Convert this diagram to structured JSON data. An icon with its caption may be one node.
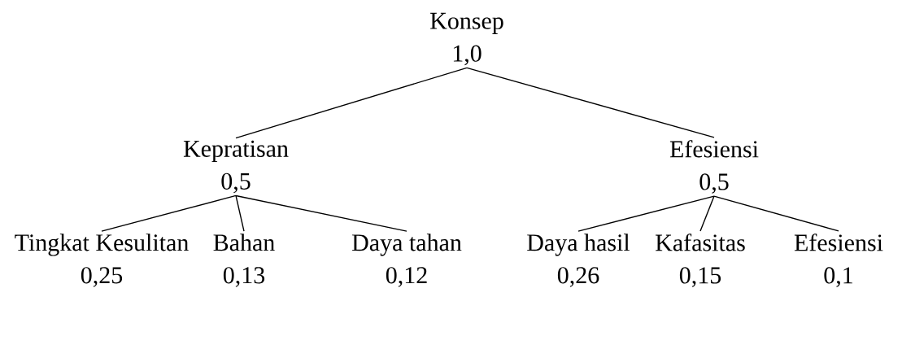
{
  "diagram": {
    "nodes": [
      {
        "text": [
          "Konsep",
          "1,0"
        ]
      },
      {
        "text": [
          "Kepratisan",
          "0,5"
        ]
      },
      {
        "text": [
          "Efesiensi",
          "0,5"
        ]
      },
      {
        "text": [
          "Tingkat Kesulitan",
          "0,25"
        ]
      },
      {
        "text": [
          "Bahan",
          "0,13"
        ]
      },
      {
        "text": [
          "Daya tahan",
          "0,12"
        ]
      },
      {
        "text": [
          "Daya hasil",
          "0,26"
        ]
      },
      {
        "text": [
          "Kafasitas",
          "0,15"
        ]
      },
      {
        "text": [
          "Efesiensi",
          "0,1"
        ]
      }
    ],
    "edges": [
      {
        "from": 0,
        "to": 1,
        "arrow": "none"
      },
      {
        "from": 0,
        "to": 2,
        "arrow": "none"
      },
      {
        "from": 1,
        "to": 3,
        "arrow": "none"
      },
      {
        "from": 1,
        "to": 4,
        "arrow": "none"
      },
      {
        "from": 1,
        "to": 5,
        "arrow": "none"
      },
      {
        "from": 2,
        "to": 6,
        "arrow": "none"
      },
      {
        "from": 2,
        "to": 7,
        "arrow": "none"
      },
      {
        "from": 2,
        "to": 8,
        "arrow": "none"
      }
    ]
  }
}
